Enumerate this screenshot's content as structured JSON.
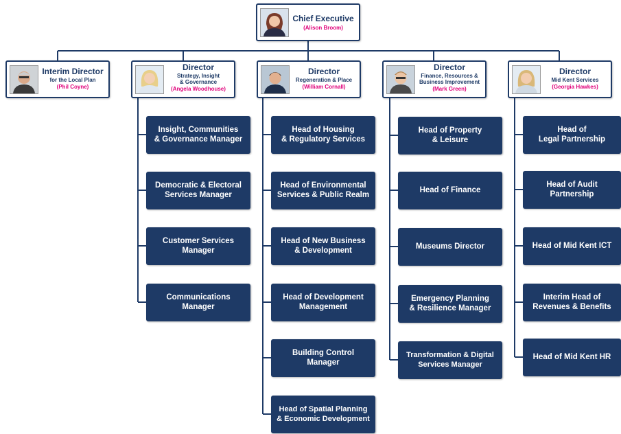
{
  "chief": {
    "title": "Chief Executive",
    "name": "(Alison Broom)"
  },
  "directors": [
    {
      "title": "Interim Director",
      "subtitle": "for the Local Plan",
      "name": "(Phil Coyne)"
    },
    {
      "title": "Director",
      "subtitle": "Strategy, Insight\n& Governance",
      "name": "(Angela Woodhouse)"
    },
    {
      "title": "Director",
      "subtitle": "Regeneration & Place",
      "name": "(William Cornall)"
    },
    {
      "title": "Director",
      "subtitle": "Finance, Resources &\nBusiness Improvement",
      "name": "(Mark Green)"
    },
    {
      "title": "Director",
      "subtitle": "Mid Kent Services",
      "name": "(Georgia Hawkes)"
    }
  ],
  "columns": [
    {
      "roles": [
        "Insight, Communities\n& Governance Manager",
        "Democratic & Electoral\nServices Manager",
        "Customer Services\nManager",
        "Communications\nManager"
      ]
    },
    {
      "roles": [
        "Head of Housing\n& Regulatory Services",
        "Head of Environmental\nServices & Public Realm",
        "Head of New Business\n& Development",
        "Head of Development\nManagement",
        "Building Control\nManager",
        "Head of Spatial Planning\n& Economic Development"
      ]
    },
    {
      "roles": [
        "Head of Property\n& Leisure",
        "Head of Finance",
        "Museums Director",
        "Emergency Planning\n& Resilience Manager",
        "Transformation & Digital\nServices Manager"
      ]
    },
    {
      "roles": [
        "Head of\nLegal Partnership",
        "Head of Audit\nPartnership",
        "Head of Mid Kent ICT",
        "Interim Head of\nRevenues & Benefits",
        "Head of Mid Kent HR"
      ]
    }
  ]
}
